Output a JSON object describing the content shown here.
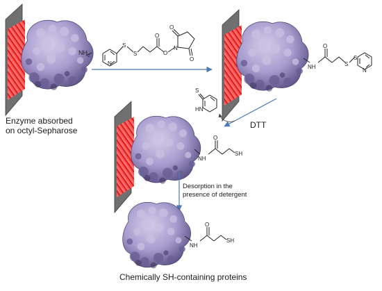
{
  "labels": {
    "step1_caption_line1": "Enzyme absorbed",
    "step1_caption_line2": "on octyl-Sepharose",
    "reagent_dtt": "DTT",
    "desorption_line1": "Desorption in the",
    "desorption_line2": "presence of detergent",
    "final_caption": "Chemically SH-containing proteins"
  },
  "atoms": {
    "nh2": "NH",
    "nh2_sub": "2",
    "n": "N",
    "s": "S",
    "o": "O",
    "nh": "NH",
    "hn": "HN",
    "sh": "SH"
  },
  "colors": {
    "arrow": "#4a7ab8",
    "protein_light": "#b7aed6",
    "protein_mid": "#9286bd",
    "protein_dark": "#5a4f82",
    "resin_red": "#e02020",
    "plate_gray": "#6d6d6d"
  }
}
